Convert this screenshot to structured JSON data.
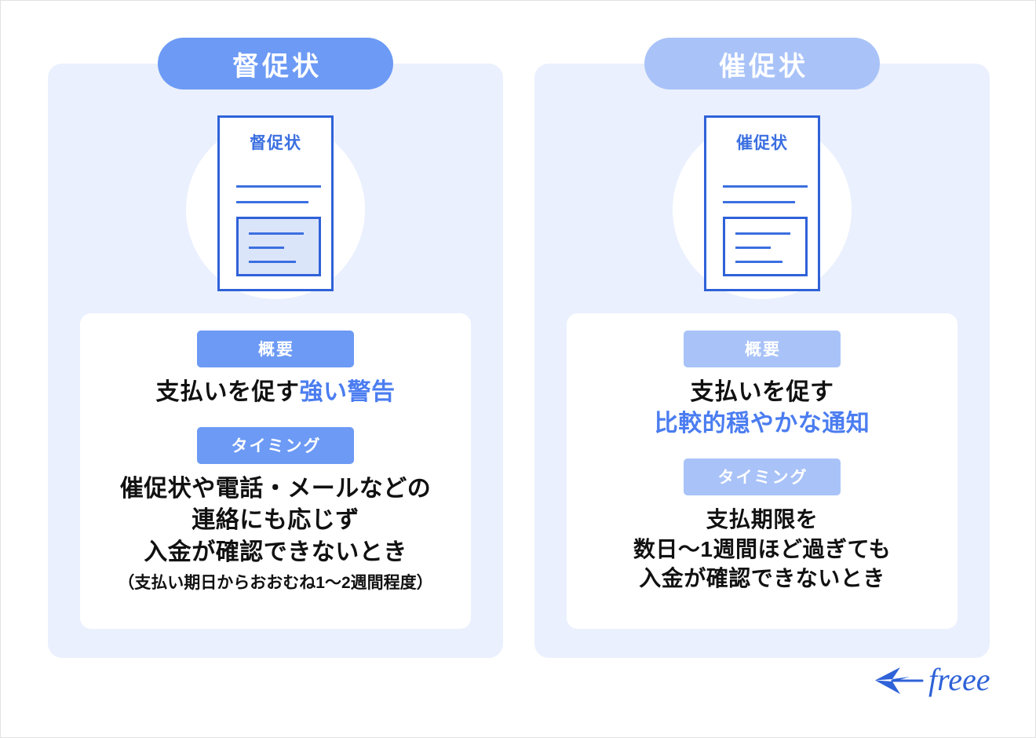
{
  "colors": {
    "page_background": "#ffffff",
    "card_background": "#eaf0fd",
    "panel_background": "#ffffff",
    "primary_blue": "#6c9af5",
    "light_blue": "#a9c3f8",
    "accent_text_blue": "#4b7df0",
    "doc_outline_blue": "#2f62d8",
    "doc_inner_fill": "#dbe5fa",
    "body_text": "#111111",
    "logo_blue": "#2f62d8"
  },
  "columns": [
    {
      "key": "tokusokujo",
      "title": "督促状",
      "doc_icon": {
        "name": "document-icon",
        "title": "督促状"
      },
      "sections": [
        {
          "badge": "概要",
          "text_plain": "支払いを促す",
          "text_accent": "強い警告"
        },
        {
          "badge": "タイミング",
          "lines": [
            "催促状や電話・メールなどの",
            "連絡にも応じず",
            "入金が確認できないとき"
          ],
          "note": "（支払い期日からおおむね1〜2週間程度）"
        }
      ]
    },
    {
      "key": "saisokujo",
      "title": "催促状",
      "doc_icon": {
        "name": "document-icon",
        "title": "催促状"
      },
      "sections": [
        {
          "badge": "概要",
          "text_plain": "支払いを促す",
          "text_accent": "比較的穏やかな通知"
        },
        {
          "badge": "タイミング",
          "lines": [
            "支払期限を",
            "数日〜1週間ほど過ぎても",
            "入金が確認できないとき"
          ],
          "note": ""
        }
      ]
    }
  ],
  "logo": {
    "name": "freee-logo",
    "wordmark": "freee",
    "mark": "swallow-bird-icon"
  }
}
